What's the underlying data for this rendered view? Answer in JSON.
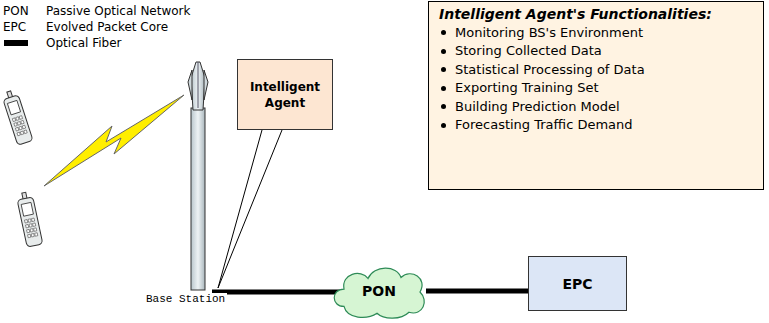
{
  "diagram": {
    "nodes": [
      {
        "text": [
          "Intelligent Agent"
        ]
      },
      {
        "text": [
          "Intelligent Agent's Functionalities:",
          "Monitoring BS's Environment",
          "Storing Collected Data",
          "Statistical Processing of Data",
          "Exporting Training Set",
          "Building Prediction Model",
          "Forecasting Traffic Demand"
        ]
      },
      {
        "text": [
          "PON"
        ]
      },
      {
        "text": [
          "EPC"
        ]
      }
    ],
    "edges": [
      {
        "from": 2,
        "to": 3,
        "arrow": "none"
      }
    ],
    "labels": [
      "PON",
      "Passive Optical Network",
      "EPC",
      "Evolved Packet Core",
      "Base Station"
    ],
    "legend": [
      {
        "text": "Optical Fiber",
        "color": "#000000"
      }
    ]
  }
}
